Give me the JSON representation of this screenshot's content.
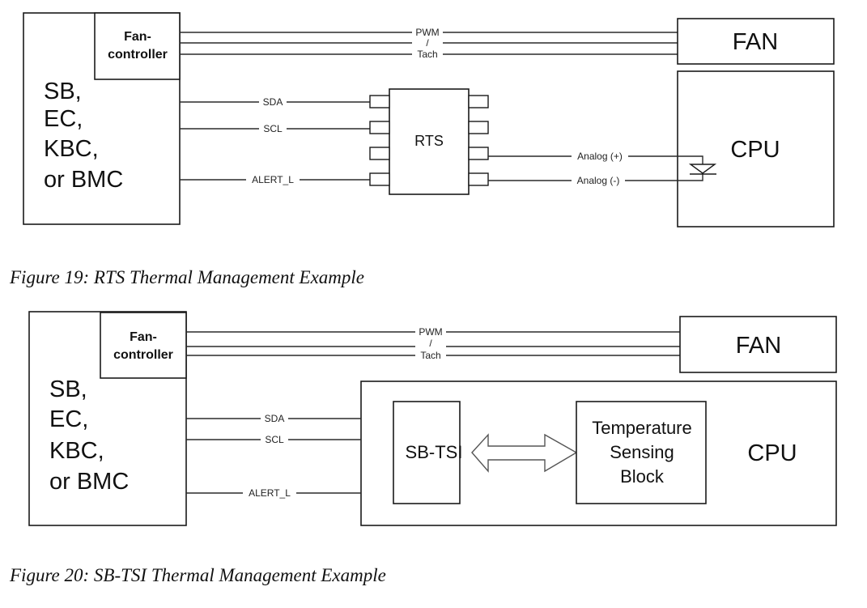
{
  "figure19": {
    "caption": "Figure 19: RTS Thermal Management Example",
    "host": {
      "lines": [
        "SB,",
        "EC,",
        "KBC,",
        "or BMC"
      ],
      "fan_controller": [
        "Fan-",
        "controller"
      ]
    },
    "fan": "FAN",
    "cpu": "CPU",
    "rts": "RTS",
    "signals": {
      "pwm": "PWM",
      "slash": "/",
      "tach": "Tach",
      "sda": "SDA",
      "scl": "SCL",
      "alert": "ALERT_L",
      "analog_pos": "Analog (+)",
      "analog_neg": "Analog (-)"
    }
  },
  "figure20": {
    "caption": "Figure 20: SB-TSI Thermal Management Example",
    "host": {
      "lines": [
        "SB,",
        "EC,",
        "KBC,",
        "or BMC"
      ],
      "fan_controller": [
        "Fan-",
        "controller"
      ]
    },
    "fan": "FAN",
    "cpu": "CPU",
    "sb_tsi": "SB-TSI",
    "temp_block": [
      "Temperature",
      "Sensing",
      "Block"
    ],
    "signals": {
      "pwm": "PWM",
      "slash": "/",
      "tach": "Tach",
      "sda": "SDA",
      "scl": "SCL",
      "alert": "ALERT_L"
    }
  }
}
